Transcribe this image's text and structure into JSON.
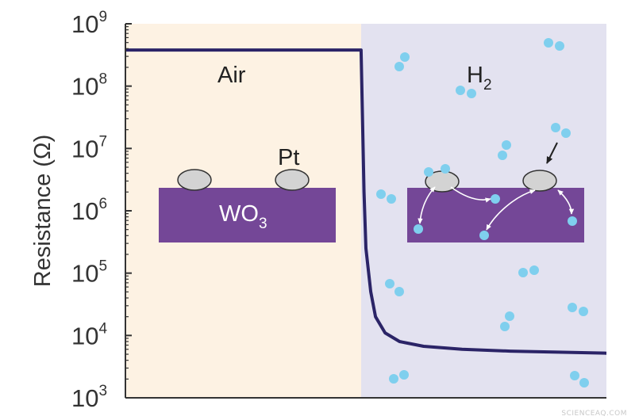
{
  "chart_data": {
    "type": "line",
    "ylabel": "Resistance (Ω)",
    "xlabel": "",
    "yscale": "log",
    "ylim": [
      1000,
      1000000000
    ],
    "yticks": [
      {
        "base": "10",
        "exp": "9",
        "value": 1000000000
      },
      {
        "base": "10",
        "exp": "8",
        "value": 100000000
      },
      {
        "base": "10",
        "exp": "7",
        "value": 10000000
      },
      {
        "base": "10",
        "exp": "6",
        "value": 1000000
      },
      {
        "base": "10",
        "exp": "5",
        "value": 100000
      },
      {
        "base": "10",
        "exp": "4",
        "value": 10000
      },
      {
        "base": "10",
        "exp": "3",
        "value": 1000
      }
    ],
    "x_range": [
      0,
      100
    ],
    "switch_x": 49,
    "series": [
      {
        "color": "#2b2467",
        "points": [
          [
            0,
            380000000
          ],
          [
            49,
            380000000
          ],
          [
            49.6,
            2000000
          ],
          [
            50,
            250000
          ],
          [
            51,
            50000
          ],
          [
            52,
            20000
          ],
          [
            54,
            11000
          ],
          [
            57,
            8000
          ],
          [
            62,
            6700
          ],
          [
            70,
            6000
          ],
          [
            80,
            5600
          ],
          [
            90,
            5400
          ],
          [
            100,
            5200
          ]
        ]
      }
    ],
    "regions": [
      {
        "label": "Air",
        "x_from": 0,
        "x_to": 49,
        "color": "#fdf2e3"
      },
      {
        "label": "H",
        "sub": "2",
        "x_from": 49,
        "x_to": 100,
        "color": "#e3e2f0"
      }
    ],
    "grid": false
  },
  "insets": {
    "air_block": {
      "label": "WO",
      "sub": "3"
    },
    "pt_label": "Pt"
  },
  "colors": {
    "wo3": "#744797",
    "pt_particle": "#d3d3d3",
    "h2_molecule": "#7fcfee",
    "axis": "#333333"
  },
  "watermark": "SCIENCEAQ.COM"
}
